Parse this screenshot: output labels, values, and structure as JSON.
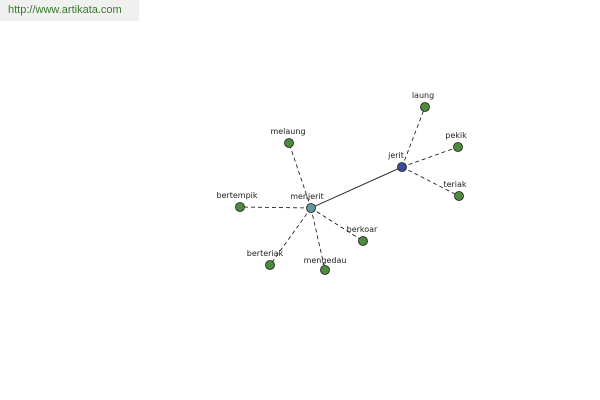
{
  "banner": {
    "url_text": "http://www.artikata.com"
  },
  "colors": {
    "center_node": "#3b4a9c",
    "primary_node": "#5b9aa0",
    "leaf_node": "#4e8a3e",
    "node_stroke": "#1a1a1a",
    "edge": "#111111",
    "banner_bg": "#f0f0f0",
    "banner_text": "#3a7a2a"
  },
  "graph": {
    "nodes": [
      {
        "id": "jerit",
        "label": "jerit",
        "kind": "center"
      },
      {
        "id": "menjerit",
        "label": "menjerit",
        "kind": "primary"
      },
      {
        "id": "laung",
        "label": "laung",
        "kind": "leaf"
      },
      {
        "id": "pekik",
        "label": "pekik",
        "kind": "leaf"
      },
      {
        "id": "teriak",
        "label": "teriak",
        "kind": "leaf"
      },
      {
        "id": "melaung",
        "label": "melaung",
        "kind": "leaf"
      },
      {
        "id": "bertempik",
        "label": "bertempik",
        "kind": "leaf"
      },
      {
        "id": "berteriak",
        "label": "berteriak",
        "kind": "leaf"
      },
      {
        "id": "mengedau",
        "label": "mengedau",
        "kind": "leaf"
      },
      {
        "id": "berkoar",
        "label": "berkoar",
        "kind": "leaf"
      }
    ],
    "edges": [
      {
        "from": "jerit",
        "to": "menjerit",
        "style": "solid"
      },
      {
        "from": "jerit",
        "to": "laung",
        "style": "dashed"
      },
      {
        "from": "jerit",
        "to": "pekik",
        "style": "dashed"
      },
      {
        "from": "jerit",
        "to": "teriak",
        "style": "dashed"
      },
      {
        "from": "menjerit",
        "to": "melaung",
        "style": "dashed"
      },
      {
        "from": "menjerit",
        "to": "bertempik",
        "style": "dashed"
      },
      {
        "from": "menjerit",
        "to": "berteriak",
        "style": "dashed"
      },
      {
        "from": "menjerit",
        "to": "mengedau",
        "style": "dashed"
      },
      {
        "from": "menjerit",
        "to": "berkoar",
        "style": "dashed"
      }
    ]
  }
}
